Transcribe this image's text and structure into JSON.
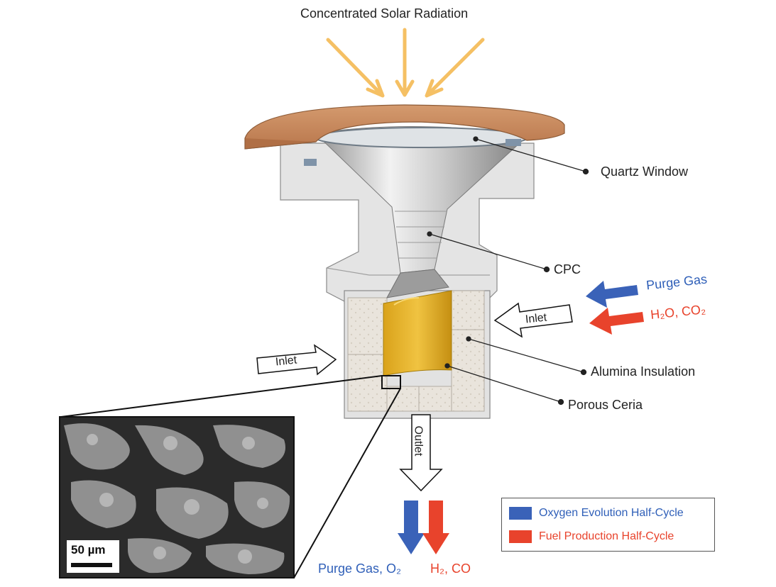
{
  "labels": {
    "top": "Concentrated Solar Radiation",
    "quartz_window": "Quartz Window",
    "cpc": "CPC",
    "alumina_insulation": "Alumina Insulation",
    "porous_ceria": "Porous Ceria",
    "inlet_left": "Inlet",
    "inlet_right": "Inlet",
    "outlet": "Outlet",
    "purge_gas": "Purge Gas",
    "h2o_co2": "H₂O, CO₂",
    "purge_gas_o2": "Purge Gas, O₂",
    "h2_co": "H₂, CO",
    "scale_bar": "50 µm"
  },
  "legend": [
    {
      "label": "Oxygen Evolution Half-Cycle",
      "color": "#3a62b8"
    },
    {
      "label": "Fuel Production Half-Cycle",
      "color": "#e8432c"
    }
  ],
  "colors": {
    "sun": "#f5c064",
    "copper": "#c98a5f",
    "housing": "#e3e3e3",
    "ceria": "#e6b422",
    "purge_blue": "#3a62b8",
    "fuel_red": "#e8432c"
  }
}
